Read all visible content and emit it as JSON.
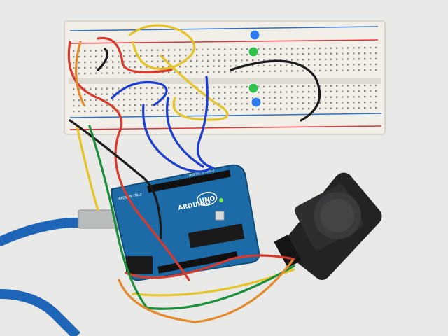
{
  "scene": {
    "description_label": "Arduino Uno connected to a breadboard with LEDs and a joystick module"
  },
  "board": {
    "brand": "ARDUINO",
    "model": "UNO",
    "made_in": "MADE IN ITALY",
    "digital_label": "DIGITAL (PWM~)"
  },
  "colors": {
    "table": "#e9e9e7",
    "breadboard": "#f1efe8",
    "rail_red": "#d9343b",
    "rail_blue": "#2f6fbf",
    "arduino_blue": "#1c6aa6",
    "usb_cable": "#1e64b7",
    "joystick_pcb": "#232323",
    "wire_red": "#d83a2e",
    "wire_yellow": "#e5c42a",
    "wire_blue": "#1c3fd1",
    "wire_black": "#1b1b1b",
    "wire_green": "#1c8f3a",
    "wire_orange": "#e58a2b"
  },
  "leds": [
    {
      "color": "blue"
    },
    {
      "color": "green"
    },
    {
      "color": "green"
    },
    {
      "color": "blue"
    }
  ]
}
